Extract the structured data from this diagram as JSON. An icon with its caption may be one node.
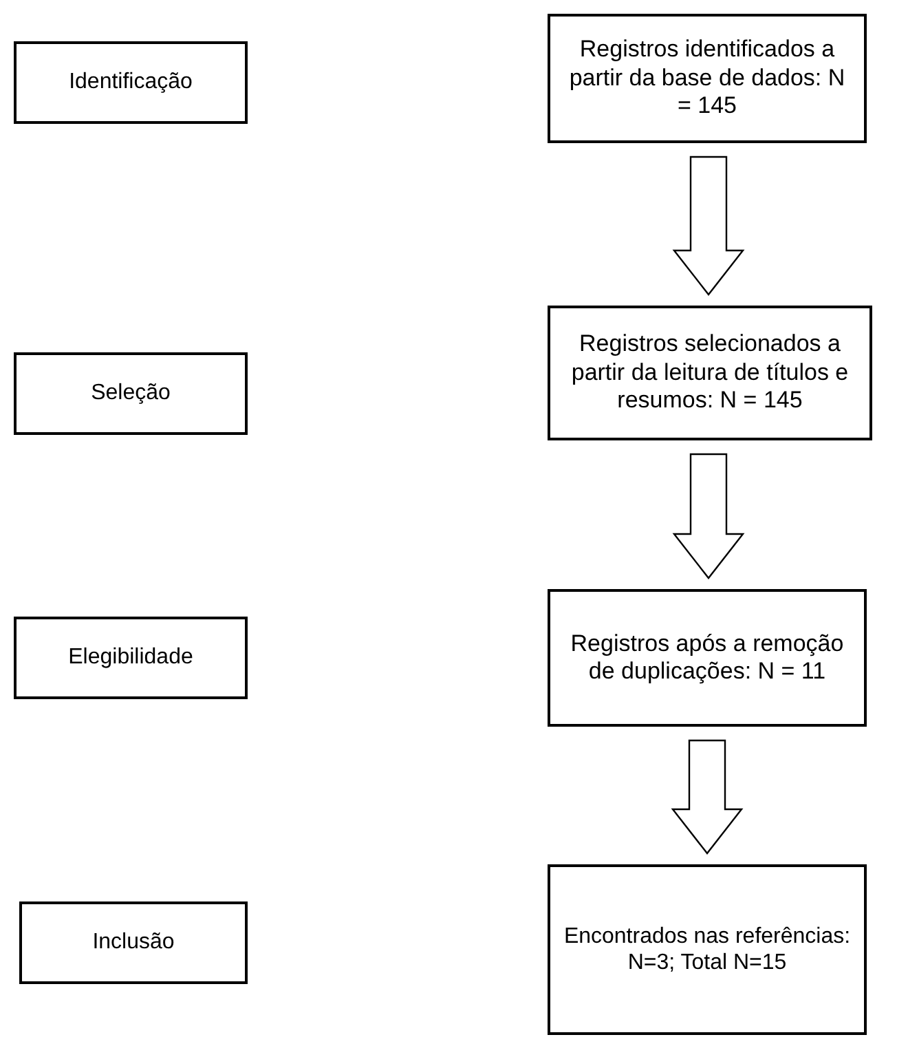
{
  "diagram": {
    "nodes": [
      {
        "text": [
          "Identificação"
        ]
      },
      {
        "text": [
          "Registros identificados a partir da base de dados: N = 145"
        ]
      },
      {
        "text": [
          "Seleção"
        ]
      },
      {
        "text": [
          "Registros selecionados a partir da leitura de títulos e resumos: N = 145"
        ]
      },
      {
        "text": [
          "Elegibilidade"
        ]
      },
      {
        "text": [
          "Registros após a remoção de duplicações: N = 11"
        ]
      },
      {
        "text": [
          "Inclusão"
        ]
      },
      {
        "text": [
          "Encontrados nas referências: N=3; Total N=15"
        ]
      }
    ],
    "edges": [
      {
        "from": 1,
        "to": 3,
        "arrow": "to"
      },
      {
        "from": 3,
        "to": 5,
        "arrow": "to"
      },
      {
        "from": 5,
        "to": 7,
        "arrow": "to"
      }
    ]
  }
}
